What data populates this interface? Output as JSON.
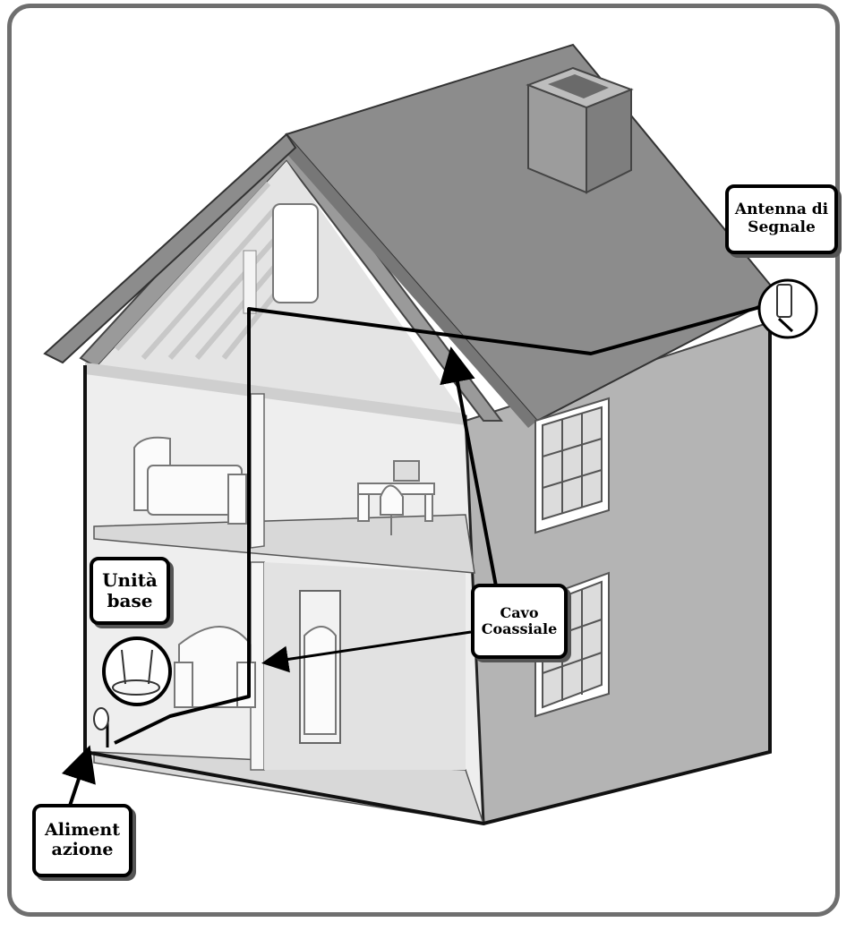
{
  "labels": {
    "antenna": [
      "Antenna di",
      "Segnale"
    ],
    "cable": [
      "Cavo",
      "Coassiale"
    ],
    "base_unit": [
      "Unità",
      "base"
    ],
    "power": [
      "Aliment",
      "azione"
    ]
  },
  "colors": {
    "frame": "#6f6f6f",
    "roof": "#8a8a8a",
    "wall": "#b8b8b8",
    "interior": "#ececec",
    "cable": "#000000"
  }
}
